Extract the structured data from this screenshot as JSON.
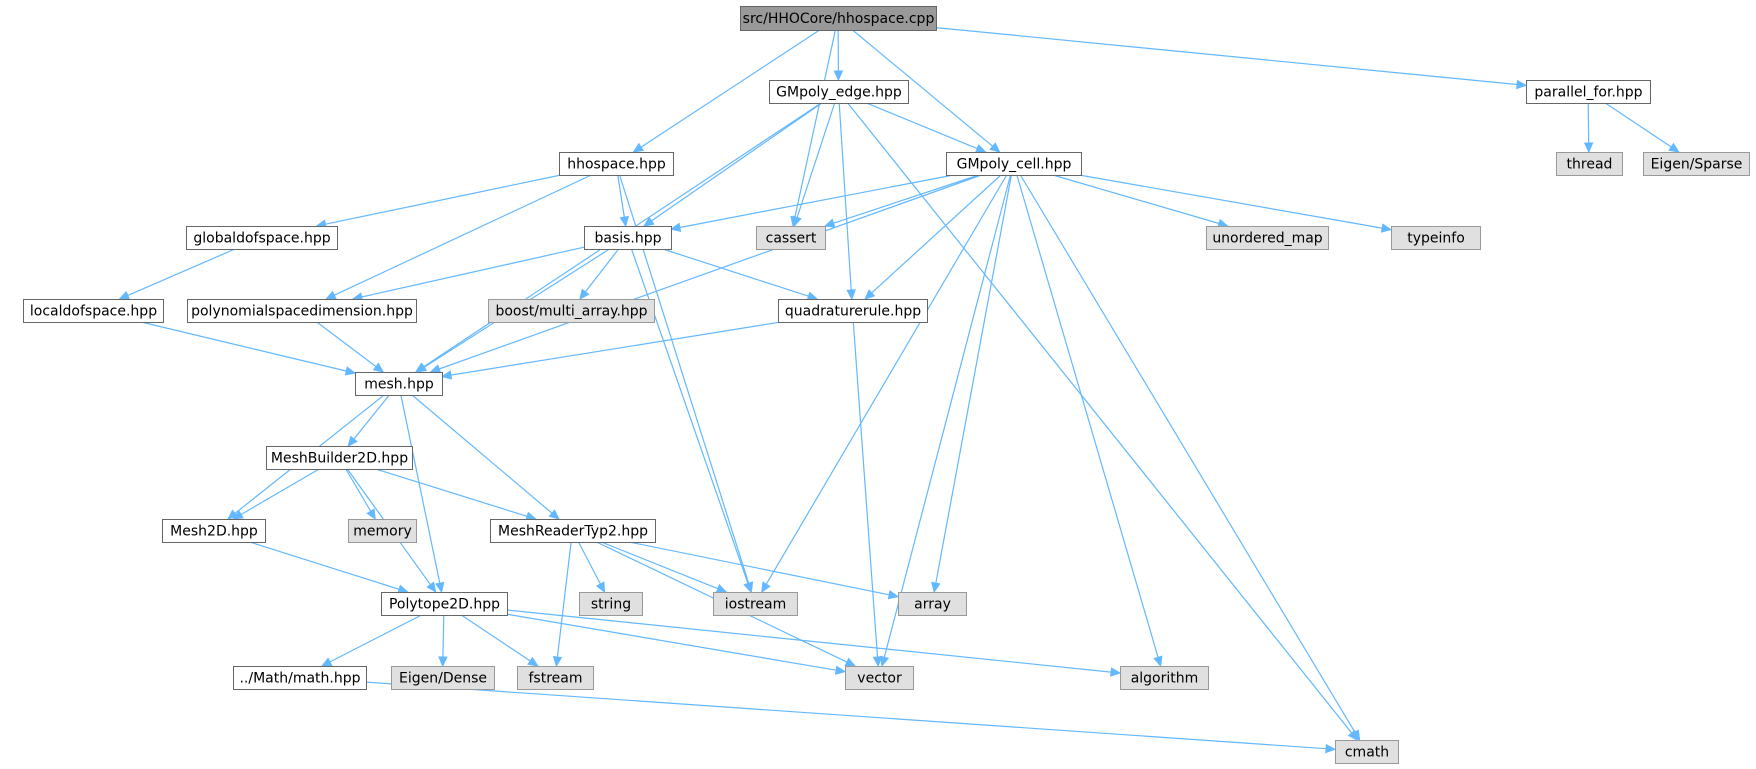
{
  "diagram": {
    "type": "include-dependency-graph",
    "colors": {
      "edge": "#63b8ff",
      "root_fill": "#999999",
      "local_fill": "#ffffff",
      "system_fill": "#e0e0e0",
      "border": "#666666"
    },
    "nodes": [
      {
        "id": "root",
        "label": "src/HHOCore/hhospace.cpp",
        "kind": "root"
      },
      {
        "id": "gmpoly_edge",
        "label": "GMpoly_edge.hpp",
        "kind": "local"
      },
      {
        "id": "parallel_for",
        "label": "parallel_for.hpp",
        "kind": "local"
      },
      {
        "id": "hhospace",
        "label": "hhospace.hpp",
        "kind": "local"
      },
      {
        "id": "gmpoly_cell",
        "label": "GMpoly_cell.hpp",
        "kind": "local"
      },
      {
        "id": "thread",
        "label": "thread",
        "kind": "system"
      },
      {
        "id": "eigen_sparse",
        "label": "Eigen/Sparse",
        "kind": "system"
      },
      {
        "id": "globaldofspace",
        "label": "globaldofspace.hpp",
        "kind": "local"
      },
      {
        "id": "basis",
        "label": "basis.hpp",
        "kind": "local"
      },
      {
        "id": "cassert",
        "label": "cassert",
        "kind": "system"
      },
      {
        "id": "unordered_map",
        "label": "unordered_map",
        "kind": "system"
      },
      {
        "id": "typeinfo",
        "label": "typeinfo",
        "kind": "system"
      },
      {
        "id": "localdofspace",
        "label": "localdofspace.hpp",
        "kind": "local"
      },
      {
        "id": "polyspacedim",
        "label": "polynomialspacedimension.hpp",
        "kind": "local"
      },
      {
        "id": "boost_multi_array",
        "label": "boost/multi_array.hpp",
        "kind": "system"
      },
      {
        "id": "quadraturerule",
        "label": "quadraturerule.hpp",
        "kind": "local"
      },
      {
        "id": "mesh",
        "label": "mesh.hpp",
        "kind": "local"
      },
      {
        "id": "meshbuilder2d",
        "label": "MeshBuilder2D.hpp",
        "kind": "local"
      },
      {
        "id": "mesh2d",
        "label": "Mesh2D.hpp",
        "kind": "local"
      },
      {
        "id": "memory",
        "label": "memory",
        "kind": "system"
      },
      {
        "id": "meshreadertyp2",
        "label": "MeshReaderTyp2.hpp",
        "kind": "local"
      },
      {
        "id": "polytope2d",
        "label": "Polytope2D.hpp",
        "kind": "local"
      },
      {
        "id": "string",
        "label": "string",
        "kind": "system"
      },
      {
        "id": "iostream",
        "label": "iostream",
        "kind": "system"
      },
      {
        "id": "array",
        "label": "array",
        "kind": "system"
      },
      {
        "id": "math",
        "label": "../Math/math.hpp",
        "kind": "local"
      },
      {
        "id": "eigen_dense",
        "label": "Eigen/Dense",
        "kind": "system"
      },
      {
        "id": "fstream",
        "label": "fstream",
        "kind": "system"
      },
      {
        "id": "vector",
        "label": "vector",
        "kind": "system"
      },
      {
        "id": "algorithm",
        "label": "algorithm",
        "kind": "system"
      },
      {
        "id": "cmath",
        "label": "cmath",
        "kind": "system"
      }
    ],
    "edges": [
      [
        "root",
        "gmpoly_edge"
      ],
      [
        "root",
        "parallel_for"
      ],
      [
        "root",
        "hhospace"
      ],
      [
        "root",
        "gmpoly_cell"
      ],
      [
        "root",
        "cassert"
      ],
      [
        "gmpoly_edge",
        "gmpoly_cell"
      ],
      [
        "gmpoly_edge",
        "basis"
      ],
      [
        "gmpoly_edge",
        "cassert"
      ],
      [
        "gmpoly_edge",
        "quadraturerule"
      ],
      [
        "gmpoly_edge",
        "mesh"
      ],
      [
        "gmpoly_edge",
        "cmath"
      ],
      [
        "parallel_for",
        "thread"
      ],
      [
        "parallel_for",
        "eigen_sparse"
      ],
      [
        "hhospace",
        "globaldofspace"
      ],
      [
        "hhospace",
        "basis"
      ],
      [
        "hhospace",
        "polyspacedim"
      ],
      [
        "hhospace",
        "iostream"
      ],
      [
        "gmpoly_cell",
        "basis"
      ],
      [
        "gmpoly_cell",
        "cassert"
      ],
      [
        "gmpoly_cell",
        "unordered_map"
      ],
      [
        "gmpoly_cell",
        "typeinfo"
      ],
      [
        "gmpoly_cell",
        "quadraturerule"
      ],
      [
        "gmpoly_cell",
        "mesh"
      ],
      [
        "gmpoly_cell",
        "iostream"
      ],
      [
        "gmpoly_cell",
        "vector"
      ],
      [
        "gmpoly_cell",
        "array"
      ],
      [
        "gmpoly_cell",
        "algorithm"
      ],
      [
        "gmpoly_cell",
        "cmath"
      ],
      [
        "globaldofspace",
        "localdofspace"
      ],
      [
        "localdofspace",
        "mesh"
      ],
      [
        "basis",
        "polyspacedim"
      ],
      [
        "basis",
        "boost_multi_array"
      ],
      [
        "basis",
        "quadraturerule"
      ],
      [
        "basis",
        "mesh"
      ],
      [
        "basis",
        "iostream"
      ],
      [
        "polyspacedim",
        "mesh"
      ],
      [
        "quadraturerule",
        "mesh"
      ],
      [
        "quadraturerule",
        "vector"
      ],
      [
        "mesh",
        "meshbuilder2d"
      ],
      [
        "mesh",
        "mesh2d"
      ],
      [
        "mesh",
        "meshreadertyp2"
      ],
      [
        "mesh",
        "polytope2d"
      ],
      [
        "meshbuilder2d",
        "mesh2d"
      ],
      [
        "meshbuilder2d",
        "memory"
      ],
      [
        "meshbuilder2d",
        "meshreadertyp2"
      ],
      [
        "meshbuilder2d",
        "polytope2d"
      ],
      [
        "mesh2d",
        "polytope2d"
      ],
      [
        "meshreadertyp2",
        "string"
      ],
      [
        "meshreadertyp2",
        "iostream"
      ],
      [
        "meshreadertyp2",
        "array"
      ],
      [
        "meshreadertyp2",
        "fstream"
      ],
      [
        "meshreadertyp2",
        "vector"
      ],
      [
        "polytope2d",
        "math"
      ],
      [
        "polytope2d",
        "eigen_dense"
      ],
      [
        "polytope2d",
        "fstream"
      ],
      [
        "polytope2d",
        "vector"
      ],
      [
        "polytope2d",
        "algorithm"
      ],
      [
        "math",
        "cmath"
      ]
    ]
  }
}
